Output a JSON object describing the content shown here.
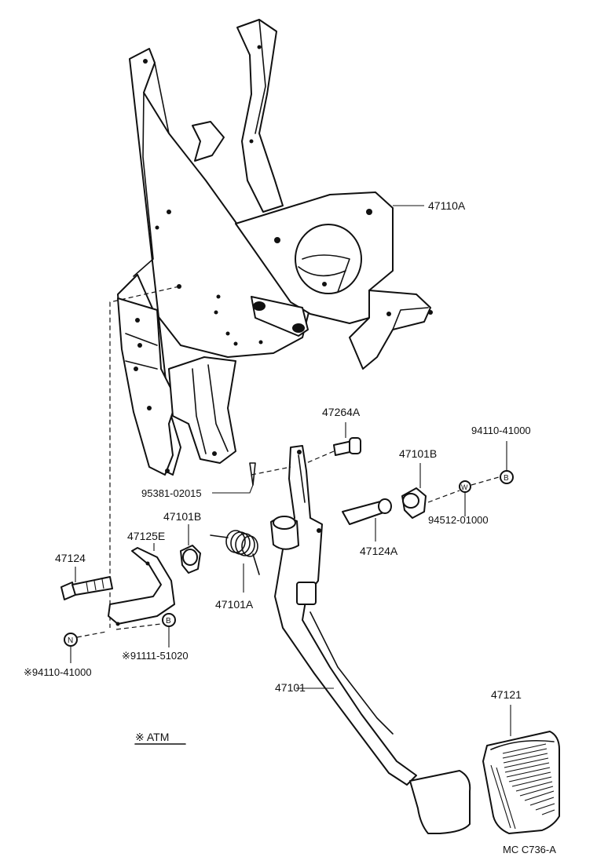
{
  "labels": {
    "bracket": "47110A",
    "bolt_top": "47264A",
    "bushing_r": "47101B",
    "nut_code_r": "94110-41000",
    "nut_letter_r": "B",
    "washer_code": "94512-01000",
    "washer_letter": "W",
    "collar": "47124A",
    "pin": "95381-02015",
    "bushing_l": "47101B",
    "stopper": "47125E",
    "bolt_left": "47124",
    "spring": "47101A",
    "nut_letter_l": "N",
    "nut_code_l": "※94110-41000",
    "b_letter_l": "B",
    "code_91111": "※91111-51020",
    "pedal": "47101",
    "pad": "47121",
    "atm_note": "※ ATM",
    "diagram_id": "MC  C736-A"
  }
}
